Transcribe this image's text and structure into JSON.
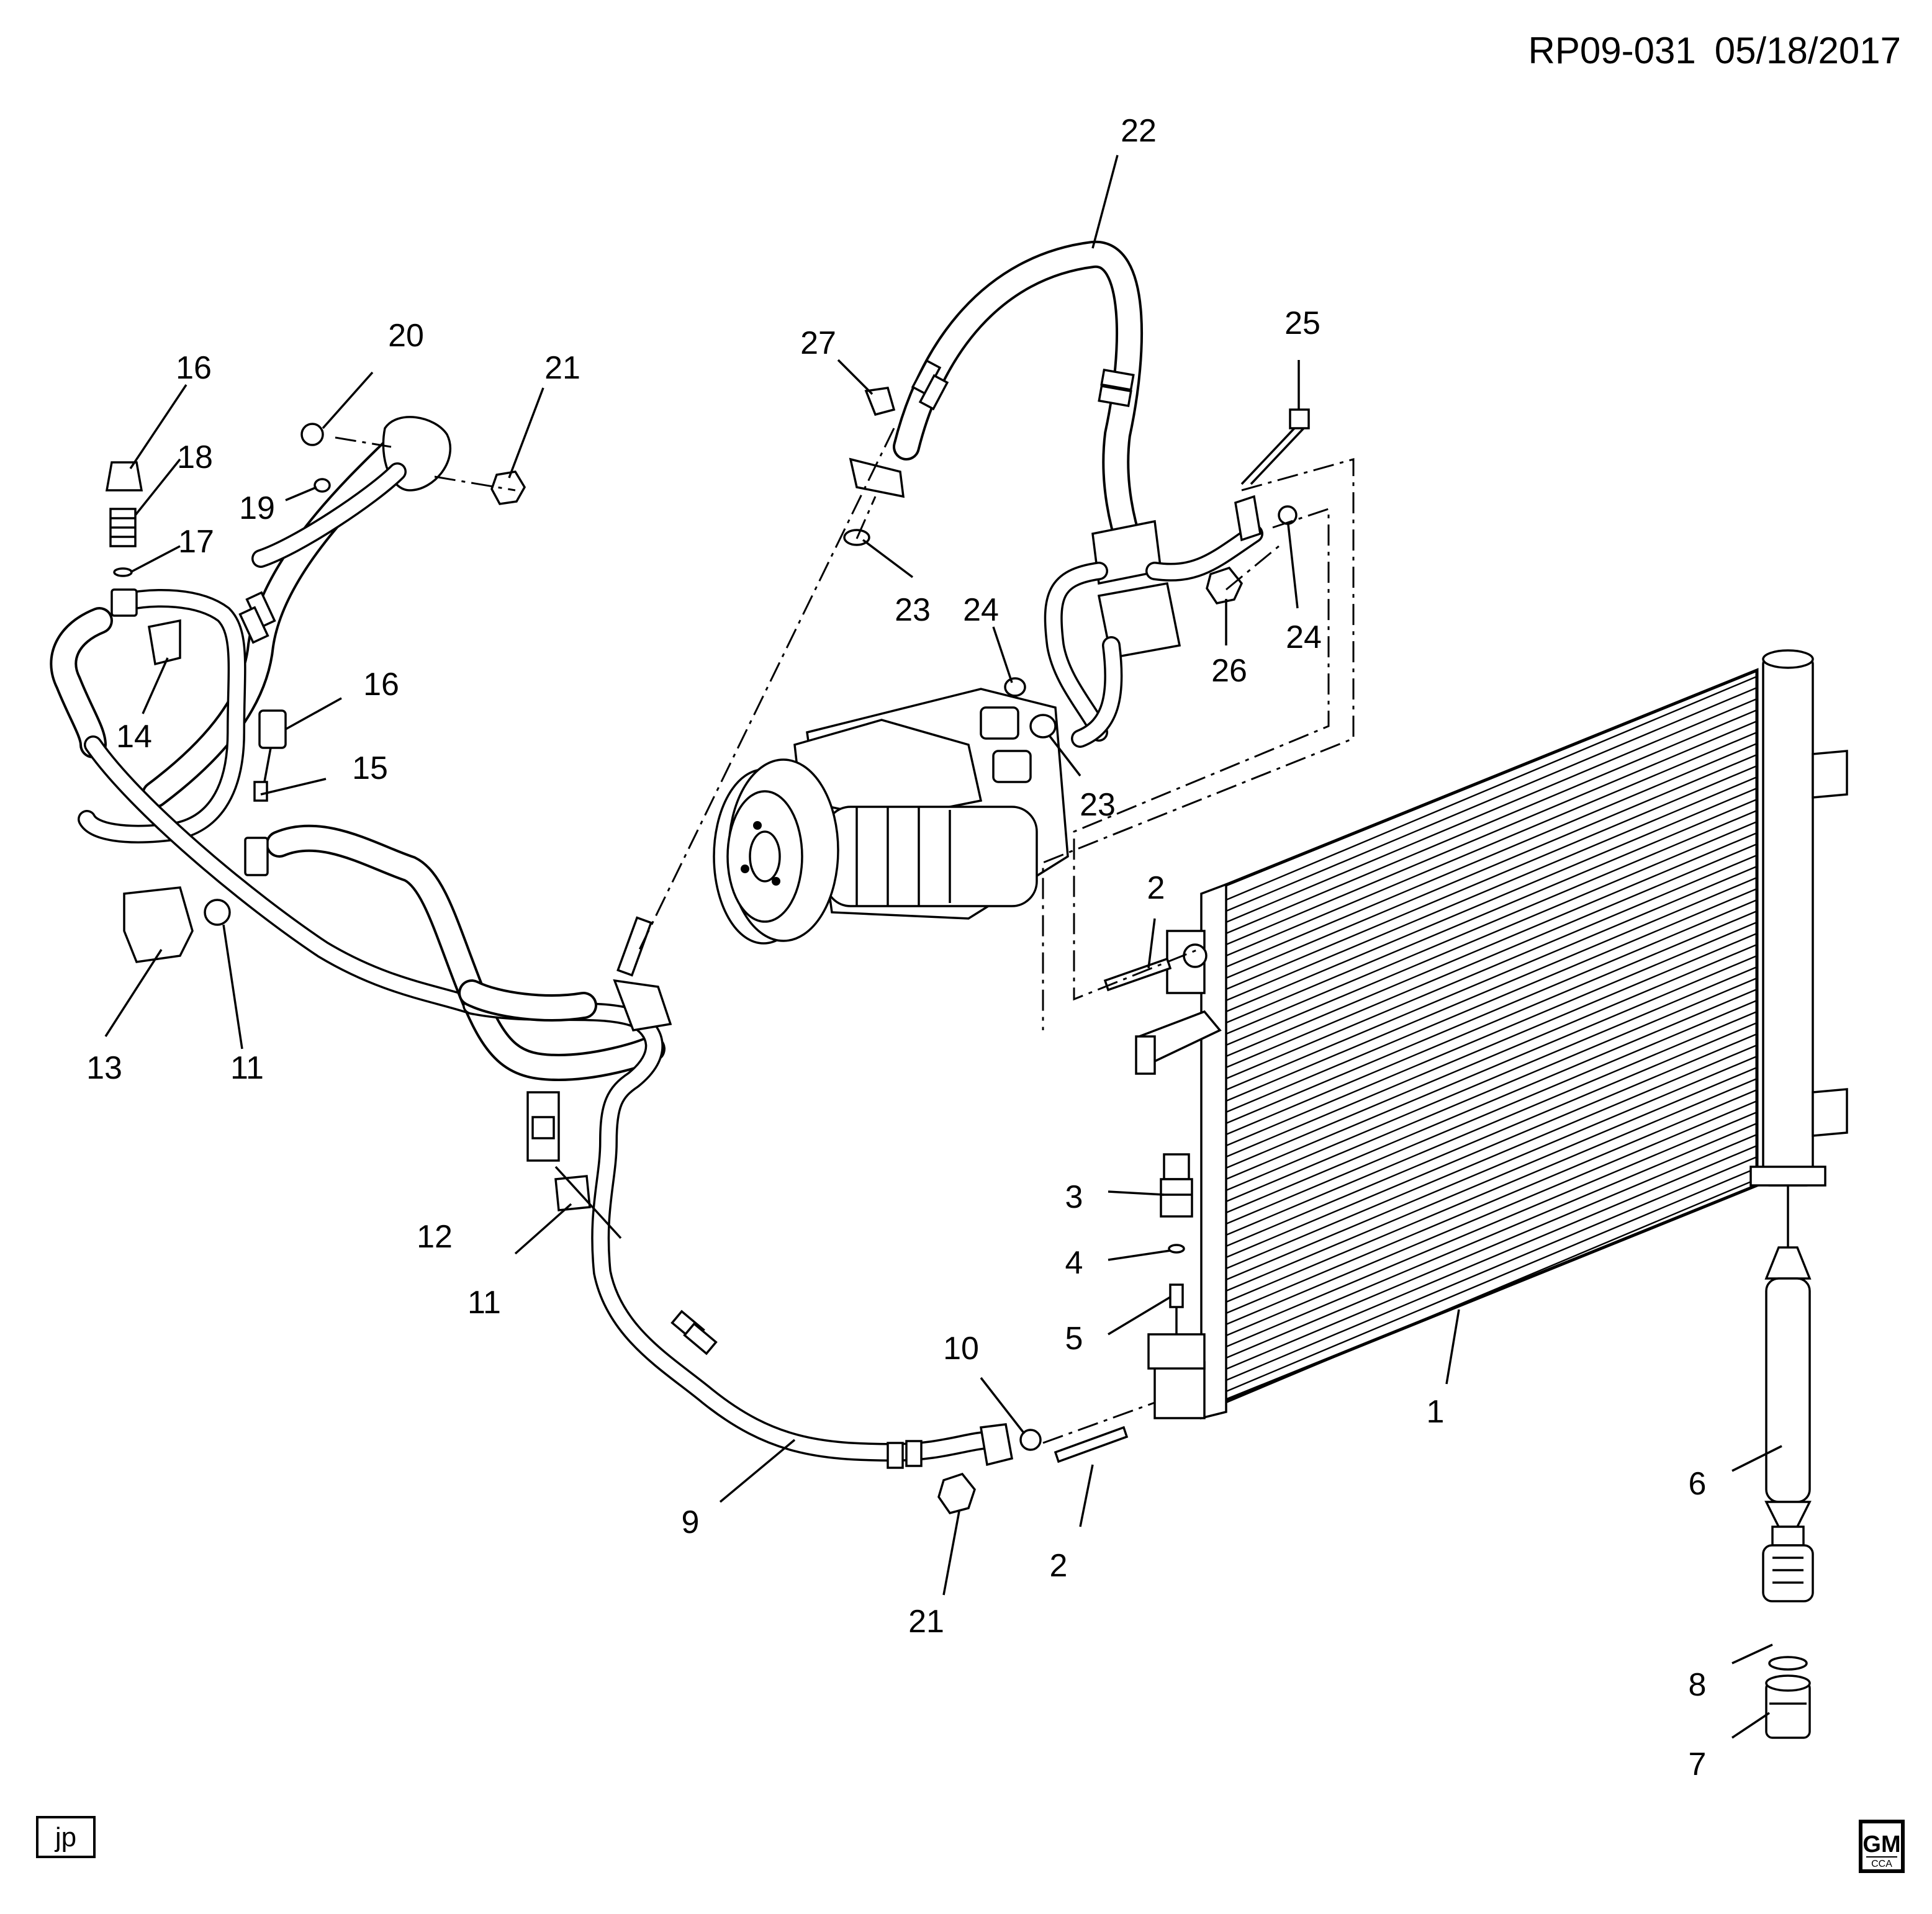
{
  "header": {
    "diagram_code": "RP09-031",
    "date": "05/18/2017"
  },
  "footer": {
    "tag": "jp",
    "logo": "GM-CCA logo"
  },
  "callouts": [
    {
      "id": "c1",
      "label": "1"
    },
    {
      "id": "c2a",
      "label": "2"
    },
    {
      "id": "c2b",
      "label": "2"
    },
    {
      "id": "c3",
      "label": "3"
    },
    {
      "id": "c4",
      "label": "4"
    },
    {
      "id": "c5",
      "label": "5"
    },
    {
      "id": "c6",
      "label": "6"
    },
    {
      "id": "c7",
      "label": "7"
    },
    {
      "id": "c8",
      "label": "8"
    },
    {
      "id": "c9",
      "label": "9"
    },
    {
      "id": "c10",
      "label": "10"
    },
    {
      "id": "c11a",
      "label": "11"
    },
    {
      "id": "c11b",
      "label": "11"
    },
    {
      "id": "c12",
      "label": "12"
    },
    {
      "id": "c13",
      "label": "13"
    },
    {
      "id": "c14",
      "label": "14"
    },
    {
      "id": "c15",
      "label": "15"
    },
    {
      "id": "c16a",
      "label": "16"
    },
    {
      "id": "c16b",
      "label": "16"
    },
    {
      "id": "c17",
      "label": "17"
    },
    {
      "id": "c18",
      "label": "18"
    },
    {
      "id": "c19",
      "label": "19"
    },
    {
      "id": "c20",
      "label": "20"
    },
    {
      "id": "c21a",
      "label": "21"
    },
    {
      "id": "c21b",
      "label": "21"
    },
    {
      "id": "c22",
      "label": "22"
    },
    {
      "id": "c23a",
      "label": "23"
    },
    {
      "id": "c23b",
      "label": "23"
    },
    {
      "id": "c24a",
      "label": "24"
    },
    {
      "id": "c24b",
      "label": "24"
    },
    {
      "id": "c25",
      "label": "25"
    },
    {
      "id": "c26",
      "label": "26"
    },
    {
      "id": "c27",
      "label": "27"
    }
  ]
}
